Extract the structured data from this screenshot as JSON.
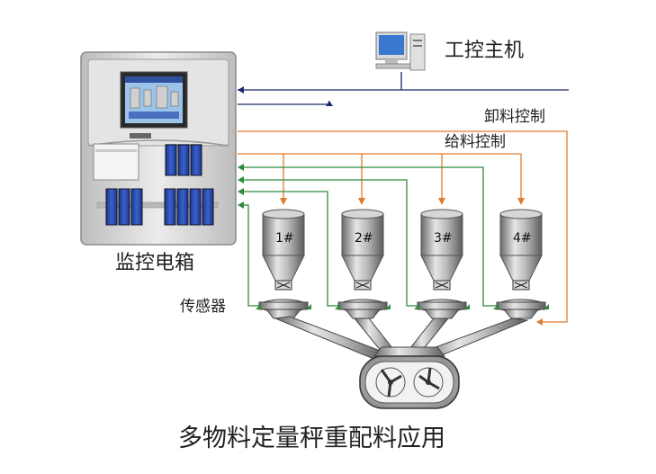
{
  "labels": {
    "host_computer": "工控主机",
    "discharge_control": "卸料控制",
    "feed_control": "给料控制",
    "control_cabinet": "监控电箱",
    "sensor": "传感器",
    "caption": "多物料定量秤重配料应用"
  },
  "hoppers": [
    "1#",
    "2#",
    "3#",
    "4#"
  ],
  "colors": {
    "discharge_line": "#e07b2c",
    "feed_line": "#e07b2c",
    "sensor_signal_line": "#2e8b3a",
    "network_line": "#1a2a6c",
    "metal_light": "#d8d8d8",
    "metal_dark": "#5a5a5a",
    "module_blue": "#2a4aa8"
  },
  "icons": [
    "computer-icon",
    "touch-screen-icon",
    "mixer-icon"
  ]
}
